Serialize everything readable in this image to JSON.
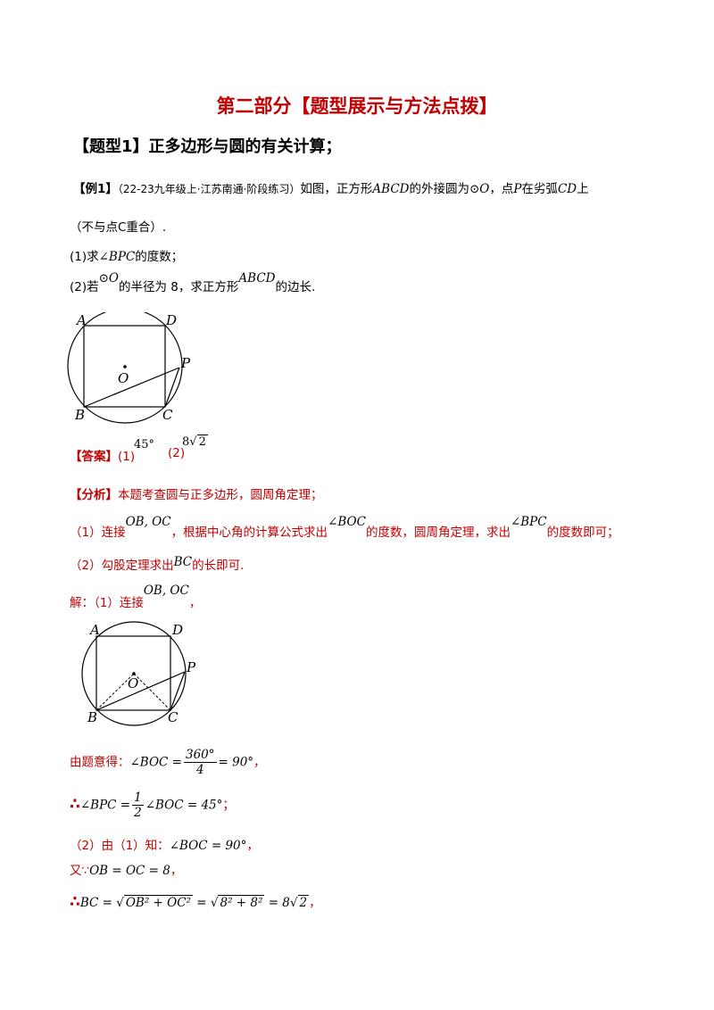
{
  "title": "第二部分【题型展示与方法点拨】",
  "section_heading": "【题型1】正多边形与圆的有关计算；",
  "example": {
    "tag": "【例1】",
    "source": "（22-23九年级上·江苏南通·阶段练习）",
    "text1": "如图，正方形",
    "abcd": "ABCD",
    "text2": "的外接圆为",
    "circle_o": "⊙O",
    "text3": "，点",
    "p": "P",
    "text4": "在劣弧",
    "cd": "CD",
    "text5": "上",
    "line2": "（不与点C重合）.",
    "q1_prefix": "(1)求",
    "q1_angle": "∠BPC",
    "q1_suffix": "的度数；",
    "q2_prefix": "(2)若",
    "q2_circle": "⊙O",
    "q2_mid": "的半径为 8，求正方形",
    "q2_abcd": "ABCD",
    "q2_suffix": "的边长."
  },
  "figure_labels": {
    "a": "A",
    "b": "B",
    "c": "C",
    "d": "D",
    "o": "O",
    "p": "P"
  },
  "answer": {
    "tag": "【答案】",
    "p1": "(1)",
    "v1": "45°",
    "p2": "(2)",
    "v2_coef": "8",
    "v2_rad": "2"
  },
  "analysis": {
    "tag": "【分析】",
    "intro": "本题考查圆与正多边形，圆周角定理；",
    "s1_prefix": "（1）连接",
    "s1_seg": "OB, OC",
    "s1_mid": "，根据中心角的计算公式求出",
    "s1_angle1": "∠BOC",
    "s1_mid2": "的度数，圆周角定理，求出",
    "s1_angle2": "∠BPC",
    "s1_suffix": "的度数即可；",
    "s2_prefix": "（2）勾股定理求出",
    "s2_seg": "BC",
    "s2_suffix": "的长即可."
  },
  "solution": {
    "s_prefix": "解：（1）连接",
    "s_seg": "OB, OC",
    "s_suffix": "，",
    "l1_prefix": "由题意得：",
    "l1_lhs": "∠BOC =",
    "l1_num": "360°",
    "l1_den": "4",
    "l1_rhs": "= 90°",
    "l1_end": "，",
    "l2_sym": "∴",
    "l2_lhs": "∠BPC =",
    "l2_num": "1",
    "l2_den": "2",
    "l2_rhs": "∠BOC = 45°",
    "l2_end": "；",
    "l3_prefix": "（2）由（1）知：",
    "l3_expr": "∠BOC = 90°",
    "l3_end": "，",
    "l4_prefix": "又∵",
    "l4_expr": "OB = OC = 8",
    "l4_end": "，",
    "l5_sym": "∴",
    "l5_a": "BC =",
    "l5_r1": "OB² + OC²",
    "l5_eq": "=",
    "l5_r2": "8² + 8²",
    "l5_eq2": "= 8",
    "l5_r3": "2",
    "l5_end": "，"
  }
}
